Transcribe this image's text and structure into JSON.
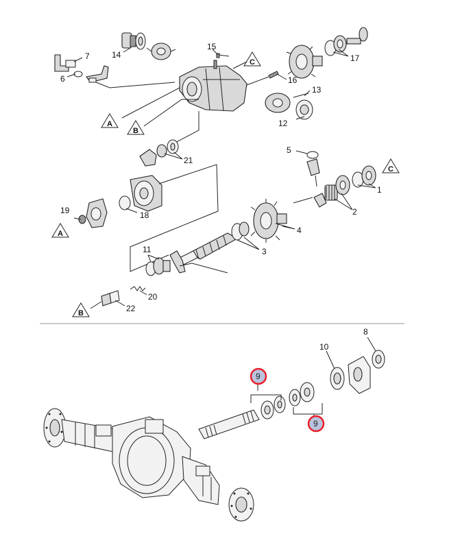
{
  "top_callouts": [
    "14",
    "7",
    "6",
    "15",
    "16",
    "17",
    "13",
    "12",
    "21",
    "5",
    "1",
    "2",
    "19",
    "18",
    "4",
    "3",
    "11",
    "20",
    "22"
  ],
  "ref_markers": [
    "A",
    "B",
    "C"
  ],
  "bottom_callouts": [
    "8",
    "10"
  ],
  "highlighted_callouts": [
    "9",
    "9"
  ],
  "colors": {
    "highlight_ring": "#e8202a",
    "highlight_fill": "#b9c3de",
    "divider": "#9a9a9a"
  }
}
